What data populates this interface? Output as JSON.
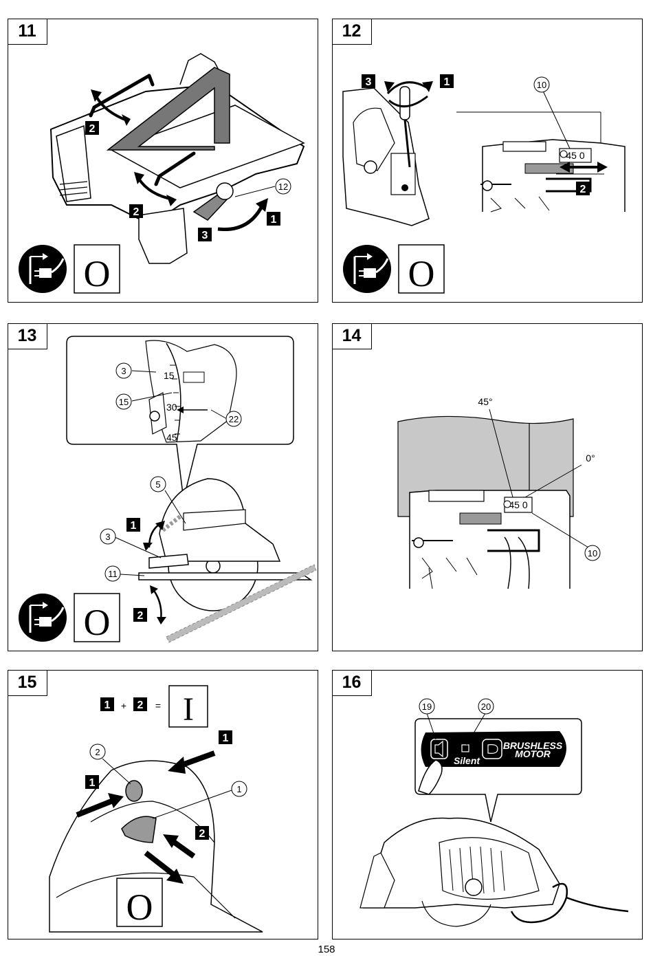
{
  "page_number": "158",
  "panels": {
    "p11": {
      "number": "11",
      "step1": "1",
      "step2": "2",
      "step3": "3",
      "callout12": "12",
      "off_symbol": "O"
    },
    "p12": {
      "number": "12",
      "step1": "1",
      "step2": "2",
      "step3": "3",
      "callout10": "10",
      "scale_text": "45 0",
      "off_symbol": "O"
    },
    "p13": {
      "number": "13",
      "step1": "1",
      "step2": "2",
      "c3a": "3",
      "c15": "15",
      "c22": "22",
      "c5": "5",
      "c3b": "3",
      "c11": "11",
      "tick15": "15",
      "tick30": "30",
      "tick45": "45",
      "off_symbol": "O"
    },
    "p14": {
      "number": "14",
      "angle45": "45°",
      "angle0": "0°",
      "scale_text": "45 0",
      "callout10": "10"
    },
    "p15": {
      "number": "15",
      "eq_step1": "1",
      "eq_plus": "+",
      "eq_step2": "2",
      "eq_equals": "=",
      "on_symbol": "I",
      "step1a": "1",
      "step1b": "1",
      "step2": "2",
      "c1": "1",
      "c2": "2",
      "off_symbol": "O"
    },
    "p16": {
      "number": "16",
      "c19": "19",
      "c20": "20",
      "silent_label": "Silent",
      "brushless_line1": "BRUSHLESS",
      "brushless_line2": "MOTOR"
    }
  }
}
